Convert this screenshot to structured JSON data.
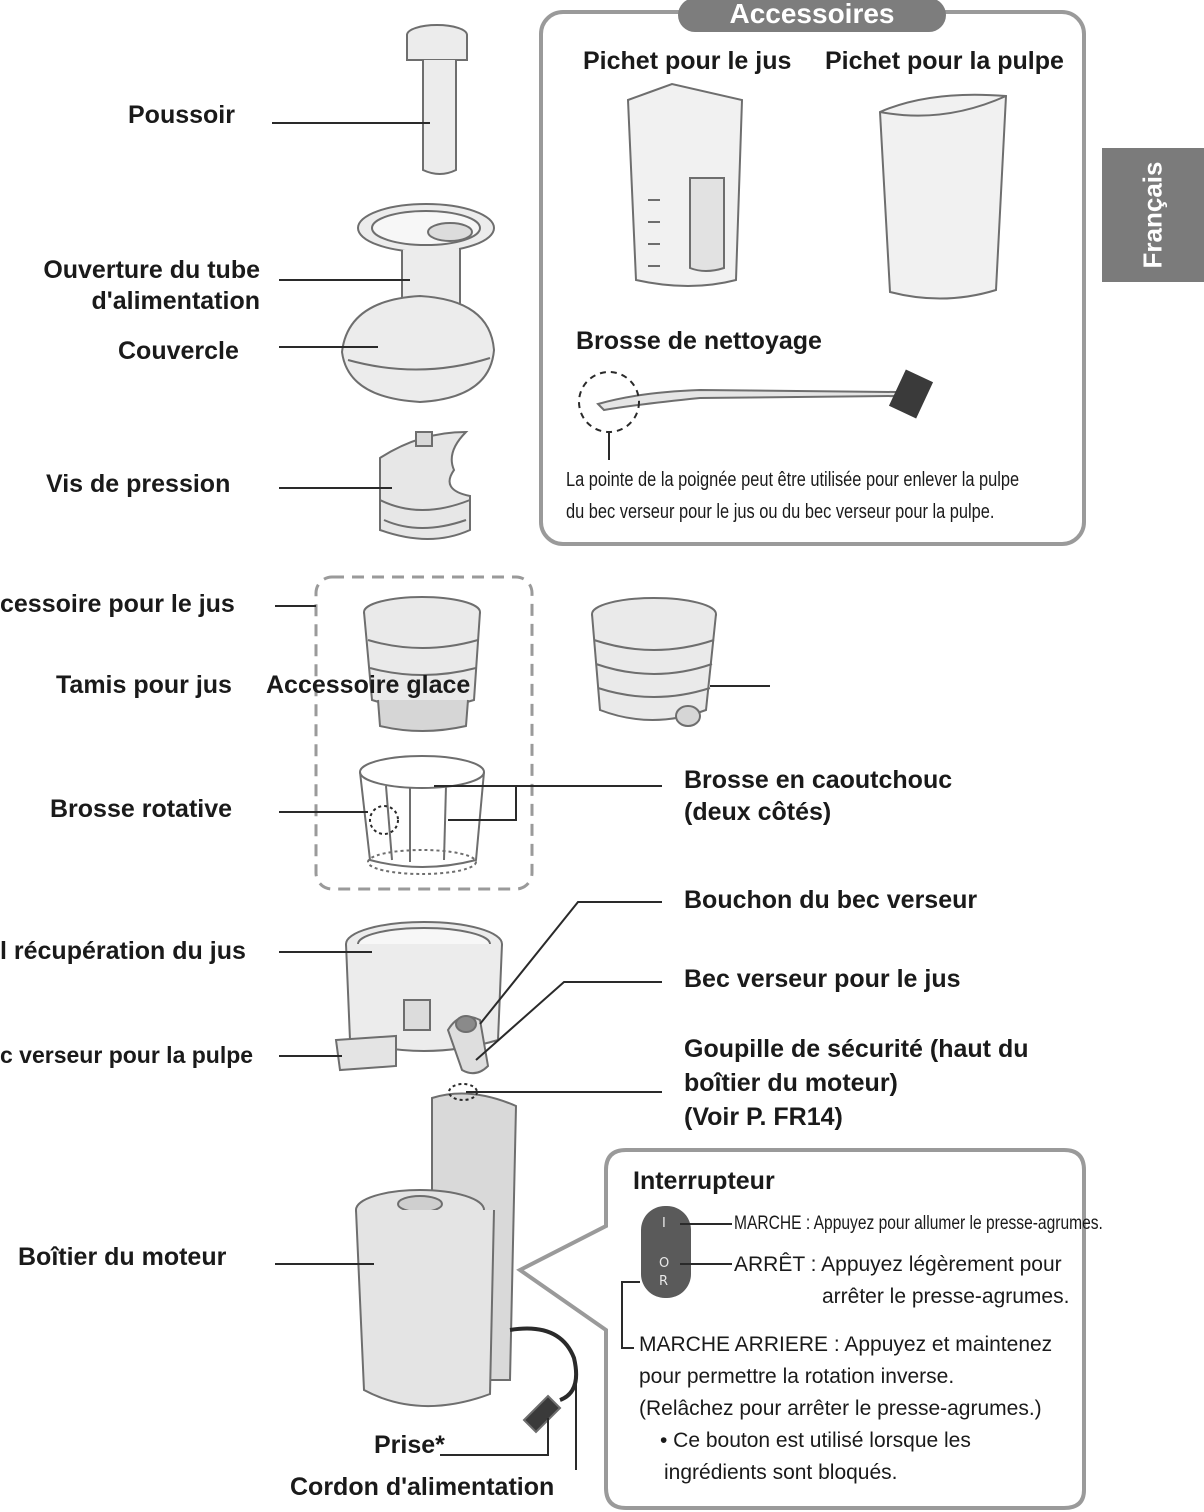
{
  "language_tab": "Français",
  "labels": {
    "poussoir": "Poussoir",
    "ouverture_line1": "Ouverture du tube",
    "ouverture_line2": "d'alimentation",
    "couvercle": "Couvercle",
    "vis": "Vis de pression",
    "accessoire_jus": "cessoire pour le jus",
    "tamis": "Tamis pour jus",
    "accessoire_glace": "Accessoire glace",
    "brosse_rotative": "Brosse rotative",
    "caoutchouc_line1": "Brosse en caoutchouc",
    "caoutchouc_line2": "(deux côtés)",
    "bouchon": "Bouchon du bec verseur",
    "recuperation": "l récupération du jus",
    "bec_jus": "Bec verseur pour le jus",
    "bec_pulpe": "c verseur pour la pulpe",
    "goupille_line1": "Goupille de sécurité (haut du",
    "goupille_line2": "boîtier du moteur)",
    "goupille_line3": "(Voir P. FR14)",
    "boitier": "Boîtier du moteur",
    "prise": "Prise*",
    "cordon": "Cordon d'alimentation"
  },
  "accessories": {
    "title": "Accessoires",
    "pichet_jus": "Pichet pour le jus",
    "pichet_pulpe": "Pichet pour la pulpe",
    "brosse": "Brosse de nettoyage",
    "note_line1": "La pointe de la poignée peut être utilisée pour enlever la pulpe",
    "note_line2": "du bec verseur pour le jus ou du bec verseur pour la pulpe."
  },
  "switch": {
    "title": "Interrupteur",
    "marche": "MARCHE : Appuyez pour allumer le presse-agrumes.",
    "arret_line1": "ARRÊT :  Appuyez légèrement pour",
    "arret_line2": "arrêter le presse-agrumes.",
    "reverse_line1": "MARCHE ARRIERE : Appuyez et maintenez",
    "reverse_line2": "pour permettre la rotation inverse.",
    "reverse_line3": "(Relâchez pour arrêter le presse-agrumes.)",
    "bullet_line1": "• Ce bouton est utilisé lorsque les",
    "bullet_line2": "ingrédients sont bloqués.",
    "mark_on": "I",
    "mark_off": "O",
    "mark_reverse": "R"
  },
  "colors": {
    "frame": "#9a9a9a",
    "tab": "#7b7b7b",
    "line": "#2a2a2a",
    "part_fill": "#ececec",
    "part_stroke": "#6e6e6e"
  }
}
